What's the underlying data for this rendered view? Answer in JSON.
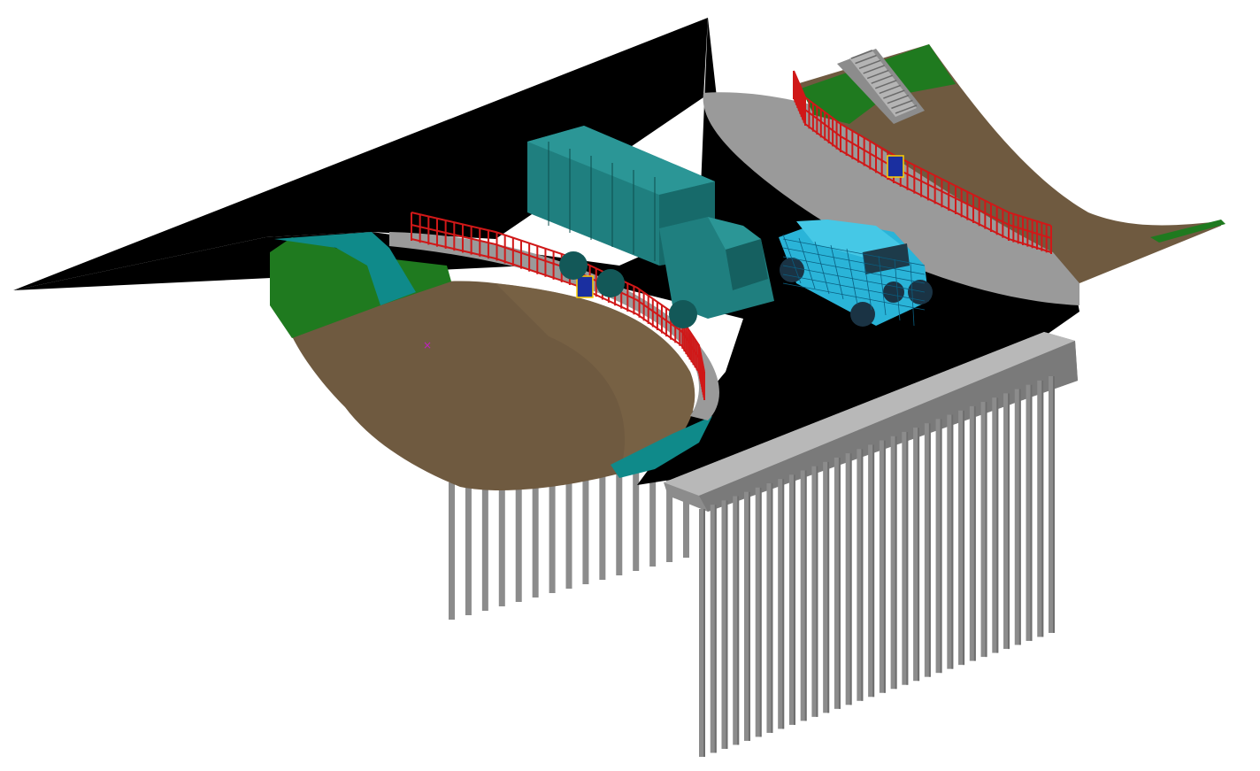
{
  "scene": {
    "background_color": "#ffffff",
    "colors": {
      "deck": "#000000",
      "soil": "#6f5a40",
      "soil_light": "#8a6e4c",
      "grass": "#1f7a1f",
      "water": "#0f8a8a",
      "concrete": "#9a9a9a",
      "concrete_dark": "#707070",
      "railing": "#d01818",
      "truck": "#1f7f7f",
      "jeep": "#2ab4d8",
      "pile": "#8c8c8c"
    },
    "objects": {
      "truck": "military-truck",
      "jeep": "off-road-jeep",
      "railing_left": "red-railing",
      "railing_right": "red-railing",
      "stairs": "concrete-stairs",
      "pier_cap": "pier-cap",
      "piles_front": "pile-group",
      "piles_left": "pile-group"
    },
    "counts": {
      "front_piles": 32,
      "left_piles": 15
    }
  }
}
